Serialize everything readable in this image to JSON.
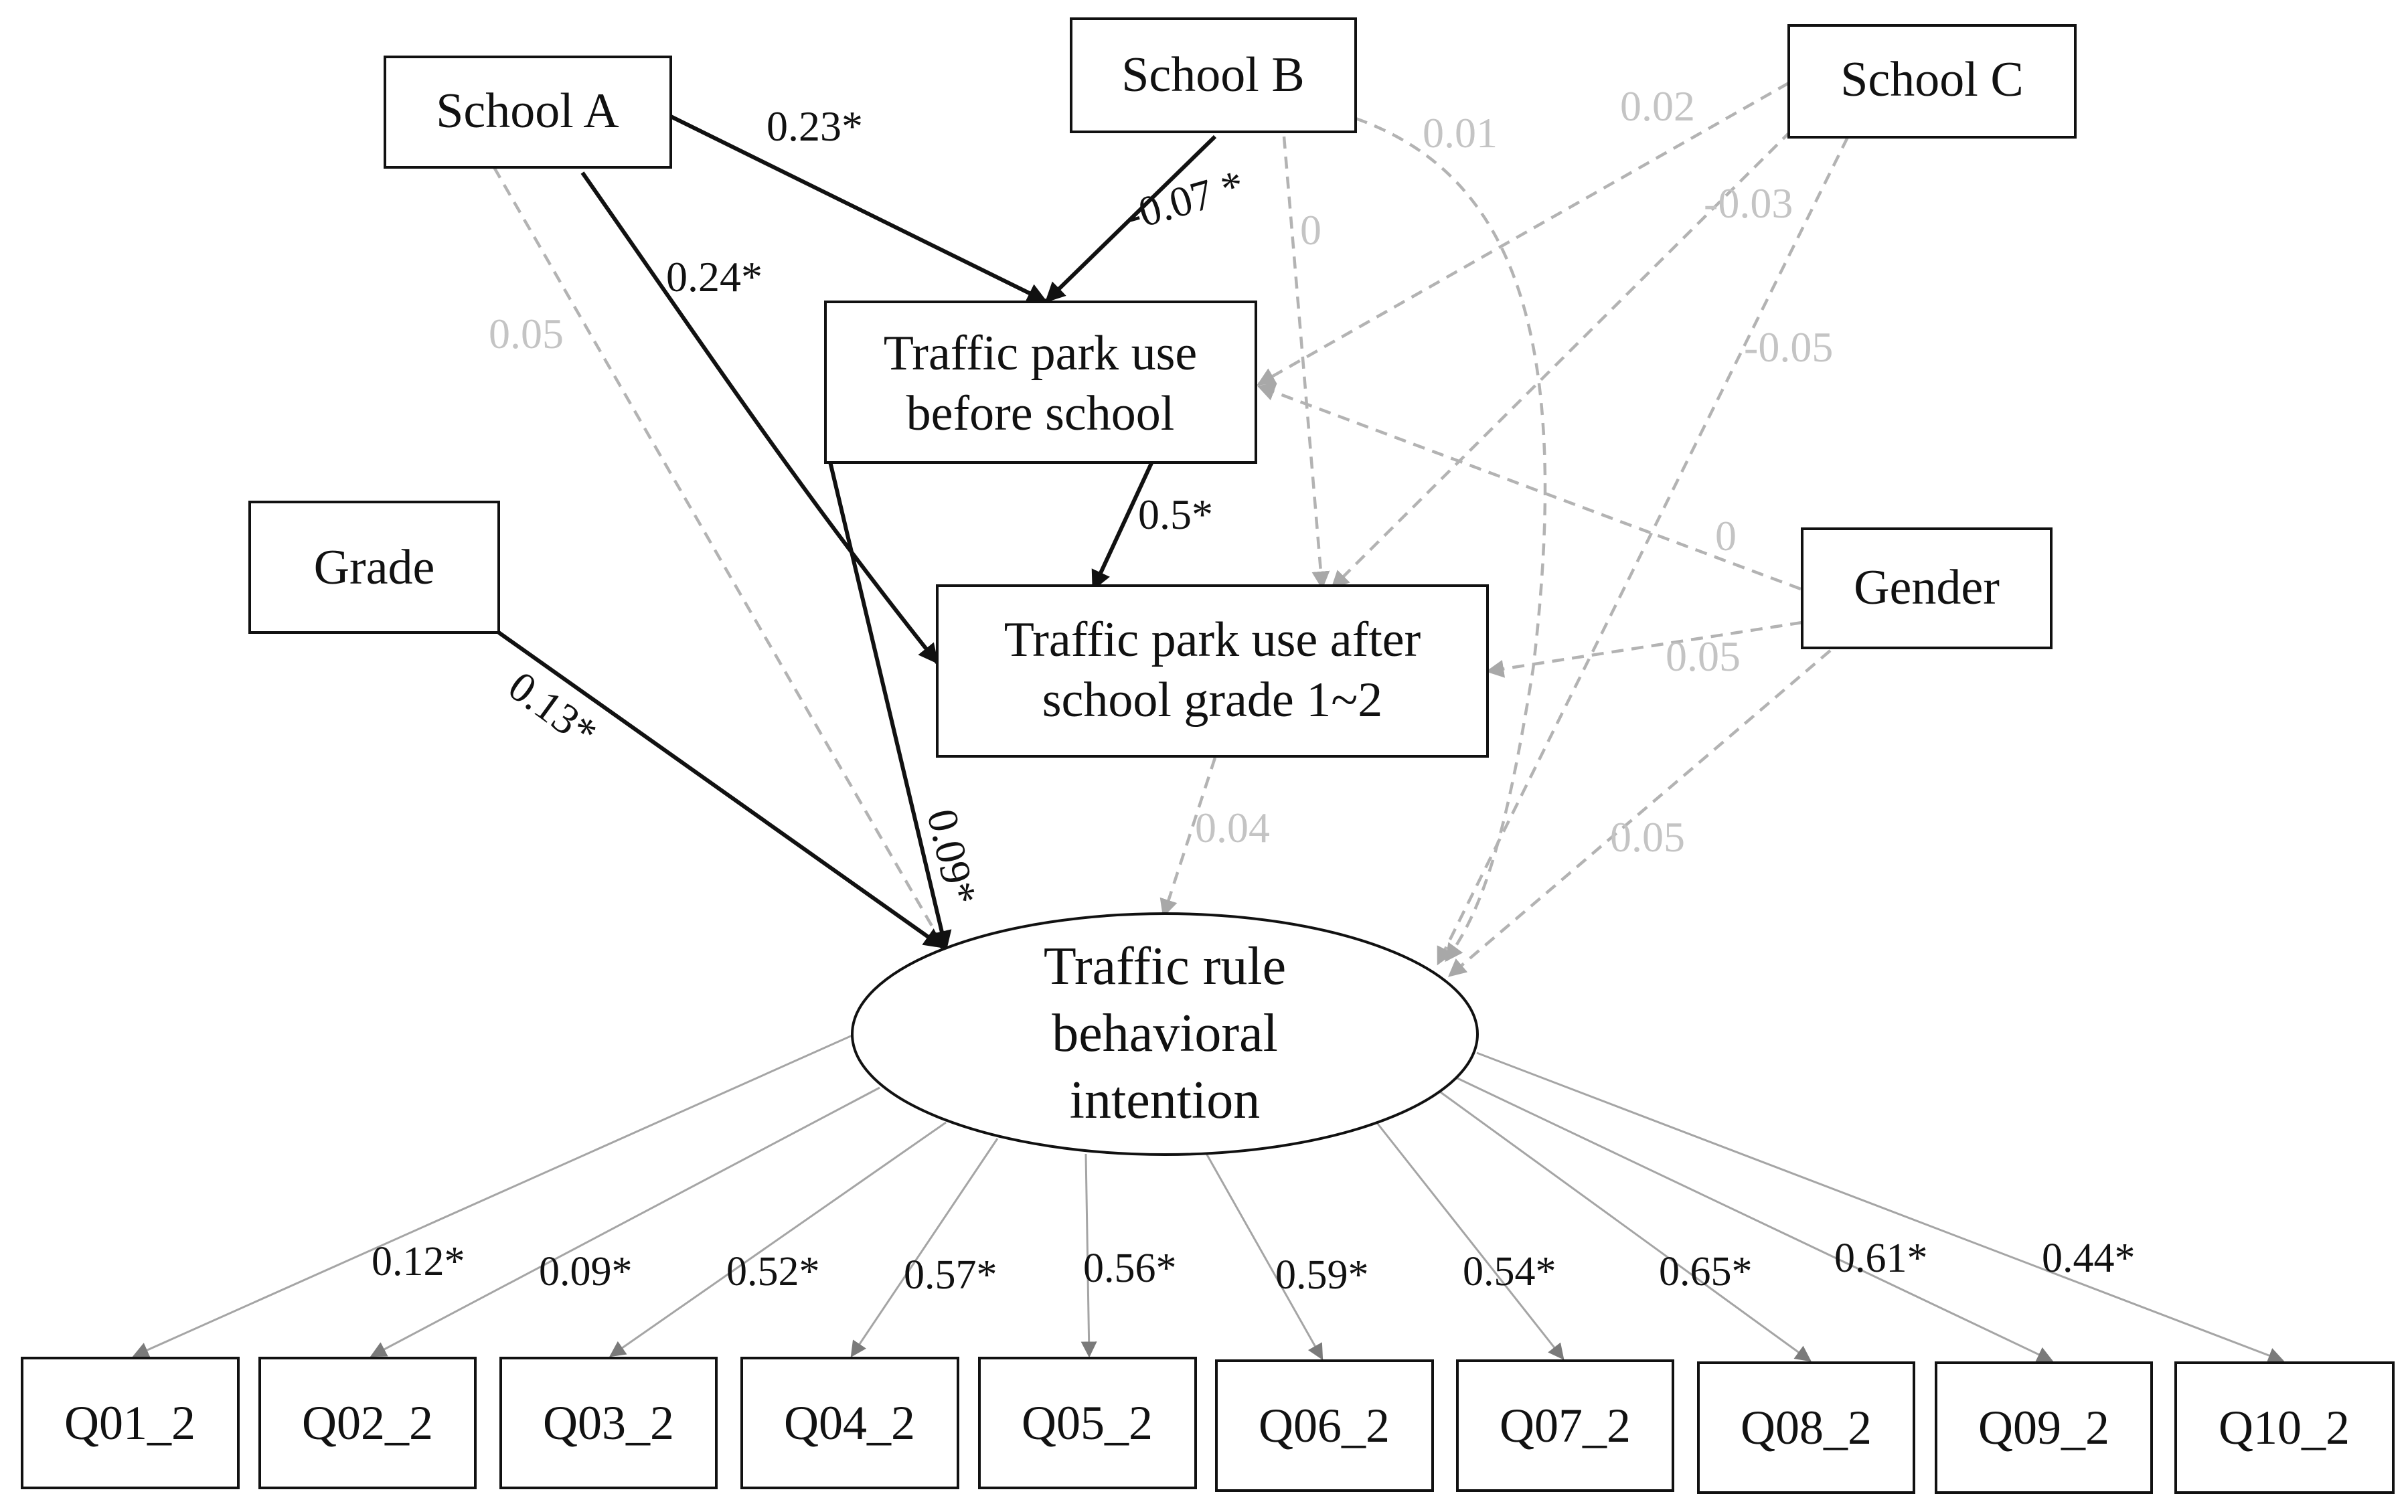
{
  "nodes": {
    "school_a": "School A",
    "school_b": "School B",
    "school_c": "School C",
    "grade": "Grade",
    "gender": "Gender",
    "tp_before": [
      "Traffic park use",
      "before school"
    ],
    "tp_after": [
      "Traffic park use after",
      "school grade 1~2"
    ],
    "latent": [
      "Traffic rule",
      "behavioral",
      "intention"
    ]
  },
  "paths": {
    "a_before": "0.23*",
    "b_before": "-0.07 *",
    "a_after": "0.24*",
    "a_intent": "0.05",
    "b_intent": "0.01",
    "b_after": "0",
    "c_before": "0.02",
    "c_after": "-0.03",
    "c_intent": "-0.05",
    "gender_before": "0",
    "gender_after": "0.05",
    "gender_intent": "0.05",
    "before_after": "0.5*",
    "before_intent": "0.09*",
    "grade_intent": "0.13*",
    "after_intent": "0.04"
  },
  "items": [
    "Q01_2",
    "Q02_2",
    "Q03_2",
    "Q04_2",
    "Q05_2",
    "Q06_2",
    "Q07_2",
    "Q08_2",
    "Q09_2",
    "Q10_2"
  ],
  "loadings": [
    "0.12*",
    "0.09*",
    "0.52*",
    "0.57*",
    "0.56*",
    "0.59*",
    "0.54*",
    "0.65*",
    "0.61*",
    "0.44*"
  ],
  "colors": {
    "significant_path": "#111111",
    "nonsignificant_path": "#b3b3b3",
    "nonsignificant_label": "#c4c4c4",
    "loading_path": "#a5a5a5"
  }
}
